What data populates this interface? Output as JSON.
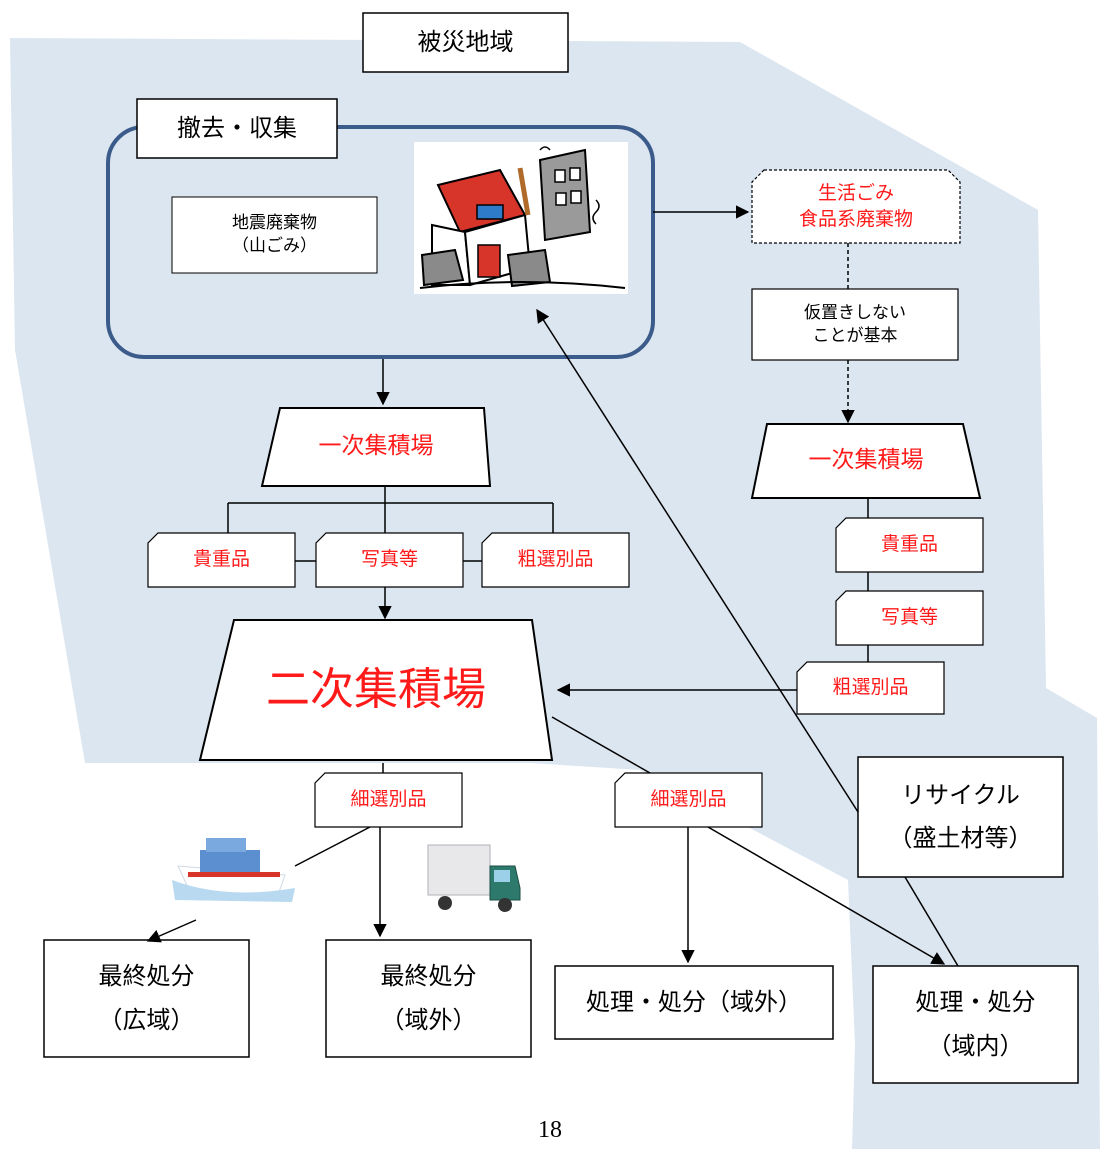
{
  "region_label": "被災地域",
  "collection_label": "撤去・収集",
  "earthquake_waste": "地震廃棄物\n（山ごみ）",
  "household_waste": "生活ごみ\n食品系廃棄物",
  "no_temp_storage": "仮置きしない\nことが基本",
  "primary_site_left": "一次集積場",
  "primary_site_right": "一次集積場",
  "sort_left": {
    "valuables": "貴重品",
    "photos": "写真等",
    "rough": "粗選別品"
  },
  "sort_right": {
    "valuables": "貴重品",
    "photos": "写真等",
    "rough": "粗選別品"
  },
  "secondary_site": "二次集積場",
  "fine_sort_1": "細選別品",
  "fine_sort_2": "細選別品",
  "recycle": "リサイクル\n（盛土材等）",
  "final_wide": "最終処分\n（広域）",
  "final_outside": "最終処分\n（域外）",
  "treat_outside": "処理・処分（域外）",
  "treat_inside": "処理・処分\n（域内）",
  "page_number": "18",
  "colors": {
    "region_fill": "#dce6f1",
    "collection_border": "#3b5b8a",
    "highlight_text": "#ff1a1a"
  },
  "icons": [
    "disaster-building-icon",
    "ship-icon",
    "truck-icon"
  ]
}
